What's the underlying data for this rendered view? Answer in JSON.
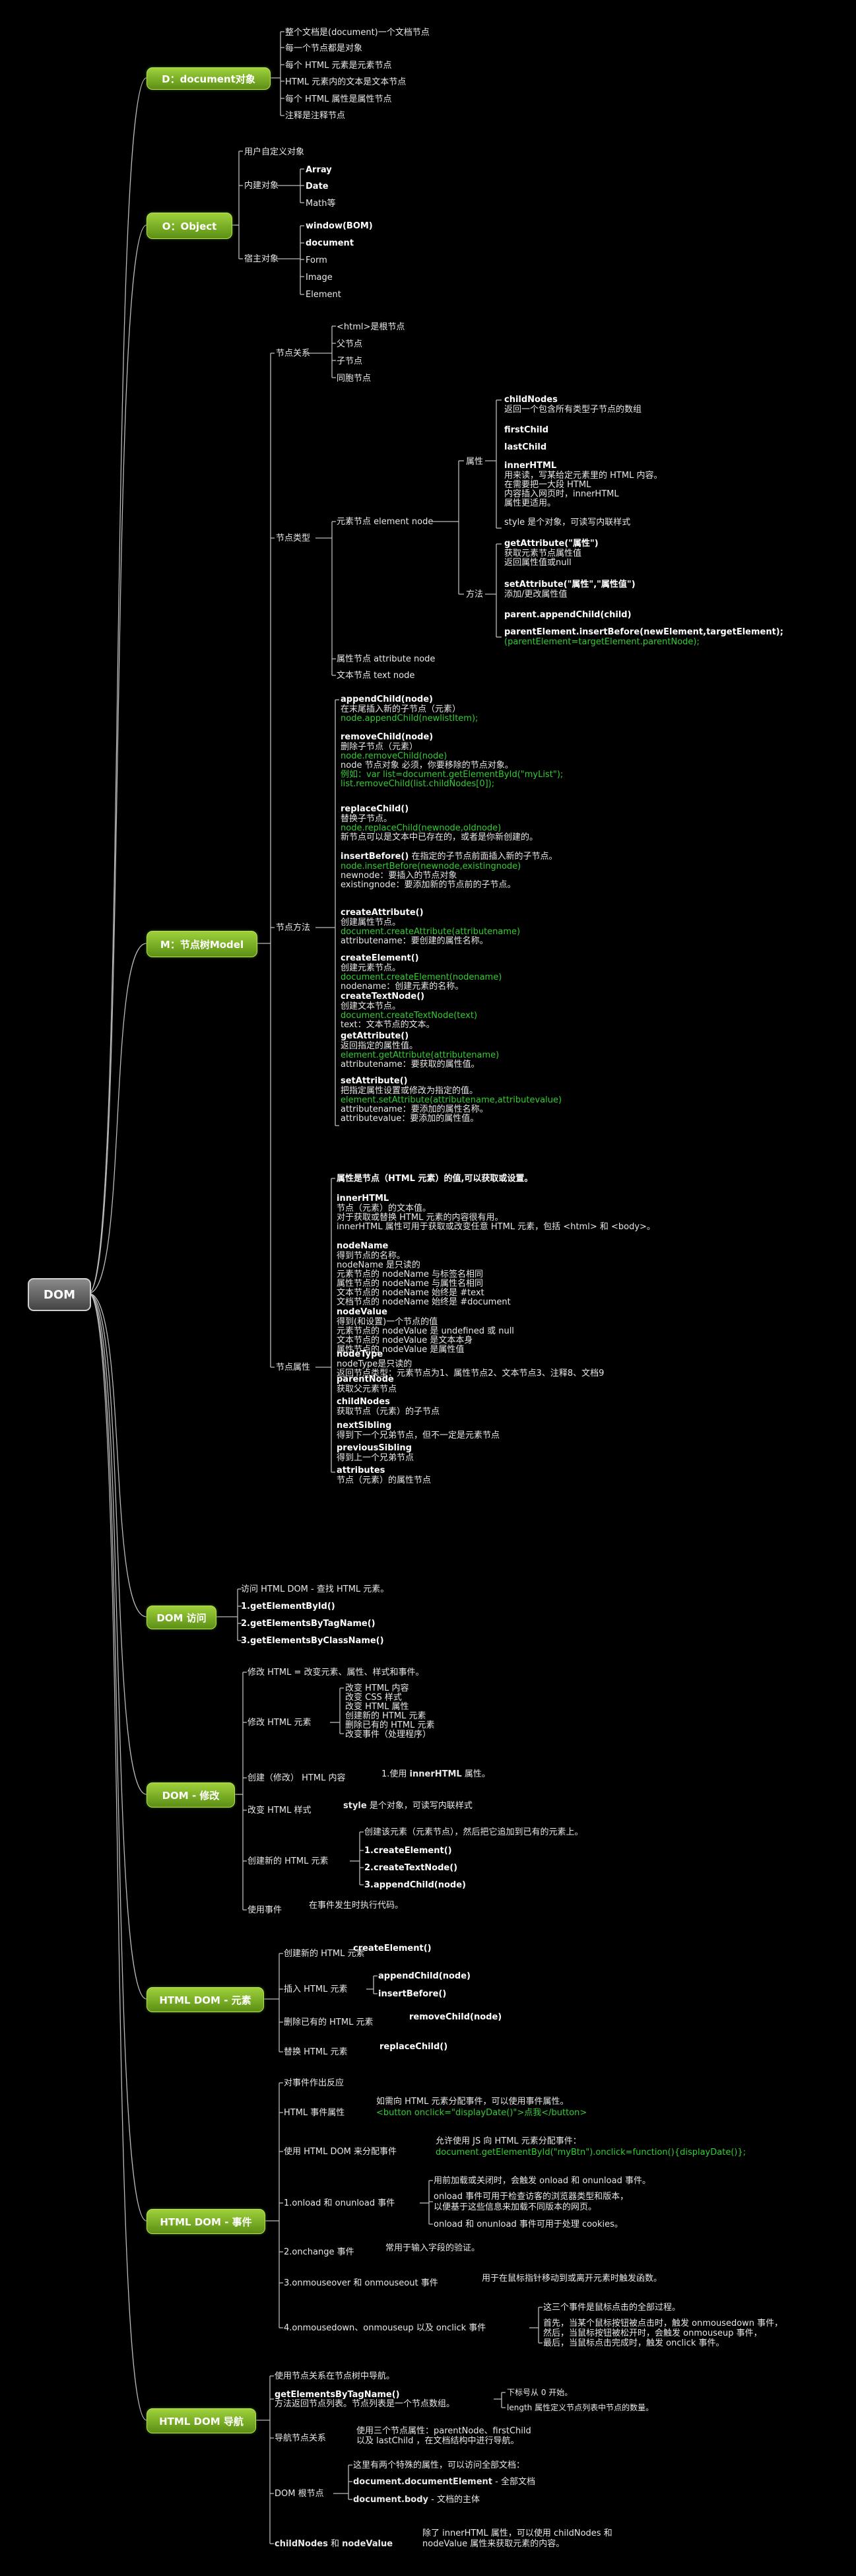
{
  "root": "DOM",
  "d": {
    "label": "D：document对象",
    "items": [
      "整个文档是(document)一个文档节点",
      "每一个节点都是对象",
      "每个 HTML 元素是元素节点",
      "HTML 元素内的文本是文本节点",
      "每个 HTML 属性是属性节点",
      "注释是注释节点"
    ]
  },
  "o": {
    "label": "O：Object",
    "user": "用户自定义对象",
    "builtin": "内建对象",
    "builtin_items": [
      "Array",
      "Date",
      "Math等"
    ],
    "host": "宿主对象",
    "host_items": [
      "window(BOM)",
      "document",
      "Form",
      "Image",
      "Element"
    ]
  },
  "m": {
    "label": "M：节点树Model",
    "rel_label": "节点关系",
    "rel": [
      "<html>是根节点",
      "父节点",
      "子节点",
      "同胞节点"
    ],
    "type_label": "节点类型",
    "elem_label": "元素节点 element node",
    "attr_branch": "属性",
    "method_branch": "方法",
    "props": [
      {
        "t": "childNodes",
        "d": [
          "返回一个包含所有类型子节点的数组"
        ]
      },
      {
        "t": "firstChild",
        "d": []
      },
      {
        "t": "lastChild",
        "d": []
      },
      {
        "t": "innerHTML",
        "d": [
          "用来读，写某给定元素里的 HTML 内容。",
          "在需要把一大段 HTML",
          "内容插入网页时，innerHTML",
          "属性更适用。"
        ]
      },
      {
        "t": "",
        "d": [
          "style 是个对象，可读写内联样式"
        ]
      }
    ],
    "methods": [
      {
        "t": "getAttribute(\"属性\")",
        "d": [
          "获取元素节点属性值",
          "返回属性值或null"
        ]
      },
      {
        "t": "setAttribute(\"属性\",\"属性值\")",
        "d": [
          "添加/更改属性值"
        ]
      },
      {
        "t": "parent.appendChild(child)",
        "d": []
      },
      {
        "t": "parentElement.insertBefore(newElement,targetElement);",
        "d": [],
        "g": "(parentElement=targetElement.parentNode);"
      }
    ],
    "attr_node": "属性节点 attribute node",
    "text_node": "文本节点 text node",
    "methods_label": "节点方法",
    "node_methods": [
      {
        "t": "appendChild(node)",
        "lines": [
          [
            "在末尾插入新的子节点（元素）",
            ""
          ],
          [
            "node.appendChild(newlistItem);",
            "g"
          ]
        ]
      },
      {
        "t": "removeChild(node)",
        "lines": [
          [
            "删除子节点（元素）",
            ""
          ],
          [
            "node.removeChild(node)",
            "g"
          ],
          [
            "node 节点对象 必须，你要移除的节点对象。",
            ""
          ],
          [
            "例如：var list=document.getElementById(\"myList\");",
            "g"
          ],
          [
            "list.removeChild(list.childNodes[0]);",
            "g"
          ]
        ]
      },
      {
        "t": "replaceChild()",
        "lines": [
          [
            "替换子节点。",
            ""
          ],
          [
            "node.replaceChild(newnode,oldnode)",
            "g"
          ],
          [
            "新节点可以是文本中已存在的，或者是你新创建的。",
            ""
          ]
        ]
      },
      {
        "t": "insertBefore()",
        "tail": " 在指定的子节点前面插入新的子节点。",
        "lines": [
          [
            "node.insertBefore(newnode,existingnode)",
            "g"
          ],
          [
            "newnode：要插入的节点对象",
            ""
          ],
          [
            "existingnode：要添加新的节点前的子节点。",
            ""
          ]
        ]
      },
      {
        "t": "createAttribute()",
        "lines": [
          [
            "创建属性节点。",
            ""
          ],
          [
            "document.createAttribute(attributename)",
            "g"
          ],
          [
            "attributename：要创建的属性名称。",
            ""
          ]
        ]
      },
      {
        "t": "createElement()",
        "lines": [
          [
            "创建元素节点。",
            ""
          ],
          [
            "document.createElement(nodename)",
            "g"
          ],
          [
            "nodename：创建元素的名称。",
            ""
          ]
        ]
      },
      {
        "t": "createTextNode()",
        "lines": [
          [
            "创建文本节点。",
            ""
          ],
          [
            "document.createTextNode(text)",
            "g"
          ],
          [
            "text：文本节点的文本。",
            ""
          ]
        ]
      },
      {
        "t": "getAttribute()",
        "lines": [
          [
            "返回指定的属性值。",
            ""
          ],
          [
            "element.getAttribute(attributename)",
            "g"
          ],
          [
            "attributename：要获取的属性值。",
            ""
          ]
        ]
      },
      {
        "t": "setAttribute()",
        "lines": [
          [
            "把指定属性设置或修改为指定的值。",
            ""
          ],
          [
            "element.setAttribute(attributename,attributevalue)",
            "g"
          ],
          [
            "attributename：要添加的属性名称。",
            ""
          ],
          [
            "attributevalue：要添加的属性值。",
            ""
          ]
        ]
      }
    ],
    "props_label": "节点属性",
    "node_props": [
      {
        "t": "属性是节点（HTML 元素）的值,可以获取或设置。",
        "lines": []
      },
      {
        "t": "innerHTML",
        "lines": [
          "节点（元素）的文本值。",
          "对于获取或替换 HTML 元素的内容很有用。",
          "innerHTML 属性可用于获取或改变任意 HTML 元素，包括 <html> 和 <body>。"
        ]
      },
      {
        "t": "nodeName",
        "lines": [
          "得到节点的名称。",
          "nodeName 是只读的",
          "元素节点的 nodeName 与标签名相同",
          "属性节点的 nodeName 与属性名相同",
          "文本节点的 nodeName 始终是 #text",
          "文档节点的 nodeName 始终是 #document"
        ]
      },
      {
        "t": "nodeValue",
        "lines": [
          "得到(和设置)一个节点的值",
          "元素节点的 nodeValue 是 undefined 或 null",
          "文本节点的 nodeValue 是文本本身",
          "属性节点的 nodeValue 是属性值"
        ]
      },
      {
        "t": "nodeType",
        "lines": [
          "nodeType是只读的",
          "返回节点类型：元素节点为1、属性节点2、文本节点3、注释8、文档9"
        ]
      },
      {
        "t": "parentNode",
        "lines": [
          "获取父元素节点"
        ]
      },
      {
        "t": "childNodes",
        "lines": [
          "获取节点（元素）的子节点"
        ]
      },
      {
        "t": "nextSibling",
        "lines": [
          "得到下一个兄弟节点，但不一定是元素节点"
        ]
      },
      {
        "t": "previousSibling",
        "lines": [
          "得到上一个兄弟节点"
        ]
      },
      {
        "t": "attributes",
        "lines": [
          "节点（元素）的属性节点"
        ]
      }
    ]
  },
  "access": {
    "label": "DOM 访问",
    "intro": "访问 HTML DOM - 查找 HTML 元素。",
    "items": [
      "1.getElementById()",
      "2.getElementsByTagName()",
      "3.getElementsByClassName()"
    ]
  },
  "modify": {
    "label": "DOM - 修改",
    "intro": "修改 HTML = 改变元素、属性、样式和事件。",
    "m1": "修改 HTML 元素",
    "m1_items": [
      "改变 HTML 内容",
      "改变 CSS 样式",
      "改变 HTML 属性",
      "创建新的 HTML 元素",
      "删除已有的 HTML 元素",
      "改变事件（处理程序）"
    ],
    "m2": "创建（修改） HTML 内容",
    "m2_items": [
      "1.使用 ",
      "innerHTML",
      " 属性。"
    ],
    "m3": "改变 HTML 样式",
    "m3_b": "style",
    "m3_d": " 是个对象，可读写内联样式",
    "m4": "创建新的 HTML 元素",
    "m4_items": [
      "创建该元素（元素节点），然后把它追加到已有的元素上。",
      "1.createElement()",
      "2.createTextNode()",
      "3.appendChild(node)"
    ],
    "m5": "使用事件",
    "m5_d": "在事件发生时执行代码。"
  },
  "elem": {
    "label": "HTML DOM - 元素",
    "rows": [
      {
        "k": "创建新的 HTML 元素",
        "v": [
          "createElement()"
        ]
      },
      {
        "k": "插入 HTML 元素",
        "v": [
          "appendChild(node)",
          "insertBefore()"
        ]
      },
      {
        "k": "删除已有的 HTML 元素",
        "v": [
          "removeChild(node)"
        ]
      },
      {
        "k": "替换 HTML 元素",
        "v": [
          "replaceChild()"
        ]
      }
    ]
  },
  "event": {
    "label": "HTML DOM - 事件",
    "intro": "对事件作出反应",
    "e1": "HTML 事件属性",
    "e1_d": "如需向 HTML 元素分配事件，可以使用事件属性。",
    "e1_g": "<button onclick=\"displayDate()\">点我</button>",
    "e2": "使用 HTML DOM 来分配事件",
    "e2_d": "允许使用 JS 向 HTML 元素分配事件：",
    "e2_g": "document.getElementById(\"myBtn\").onclick=function(){displayDate()};",
    "e3": "1.onload 和 onunload 事件",
    "e3_items": [
      "用前加载或关闭时，会触发 onload 和 onunload 事件。",
      "onload 事件可用于检查访客的浏览器类型和版本，",
      "以便基于这些信息来加载不同版本的网页。",
      "onload 和 onunload 事件可用于处理 cookies。"
    ],
    "e4": "2.onchange 事件",
    "e4_d": "常用于输入字段的验证。",
    "e5": "3.onmouseover 和 onmouseout 事件",
    "e5_d": "用于在鼠标指针移动到或离开元素时触发函数。",
    "e6": "4.onmousedown、onmouseup 以及 onclick 事件",
    "e6_items": [
      "这三个事件是鼠标点击的全部过程。",
      "首先，当某个鼠标按钮被点击时，触发 onmousedown 事件，",
      "然后，当鼠标按钮被松开时，会触发 onmouseup 事件，",
      "最后，当鼠标点击完成时，触发 onclick 事件。"
    ]
  },
  "nav": {
    "label": "HTML DOM 导航",
    "intro": "使用节点关系在节点树中导航。",
    "n1": "getElementsByTagName()",
    "n1_d": "方法返回节点列表。节点列表是一个节点数组。",
    "n1_items": [
      "下标号从 0 开始。",
      "length 属性定义节点列表中节点的数量。"
    ],
    "n2": "导航节点关系",
    "n2_items": [
      "使用三个节点属性：parentNode、firstChild",
      "以及 lastChild ，在文档结构中进行导航。"
    ],
    "n3": "DOM 根节点",
    "n3_items": [
      "这里有两个特殊的属性，可以访问全部文档：",
      "document.documentElement",
      " - 全部文档",
      "document.body",
      " - 文档的主体"
    ],
    "n4a": "childNodes",
    "n4b": " 和 ",
    "n4c": "nodeValue",
    "n4_items": [
      "除了 innerHTML 属性，可以使用 childNodes 和",
      "nodeValue 属性来获取元素的内容。"
    ]
  }
}
